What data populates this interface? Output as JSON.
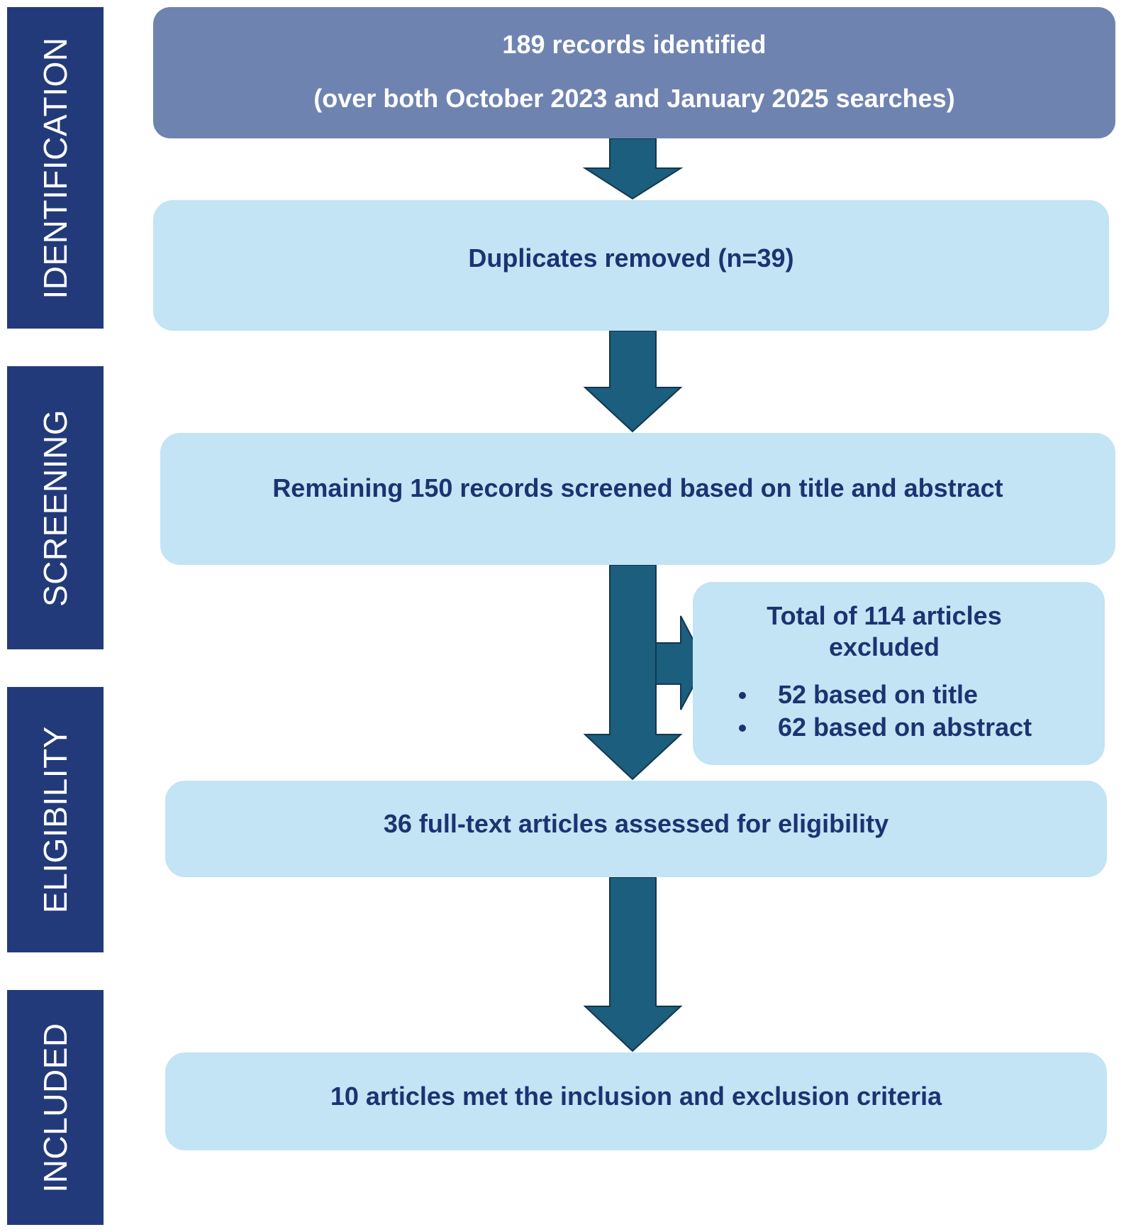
{
  "stages": {
    "identification": "IDENTIFICATION",
    "screening": "SCREENING",
    "eligibility": "ELIGIBILITY",
    "included": "INCLUDED"
  },
  "boxes": {
    "identified": {
      "line1": "189 records identified",
      "line2": "(over both October 2023 and January 2025 searches)"
    },
    "duplicates": "Duplicates removed (n=39)",
    "screened": "Remaining 150 records screened based on title and abstract",
    "excluded": {
      "title": "Total of 114 articles excluded",
      "items": [
        "52 based on title",
        "62 based on abstract"
      ]
    },
    "eligible": "36 full-text articles assessed for eligibility",
    "included": "10 articles met the inclusion and exclusion criteria"
  },
  "colors": {
    "stage_bar": "#233a7a",
    "identified_box": "#6f83b1",
    "light_box": "#c2e4f4",
    "box_text": "#1c3372",
    "arrow_fill": "#1b5e7e",
    "arrow_stroke": "#13374f"
  }
}
